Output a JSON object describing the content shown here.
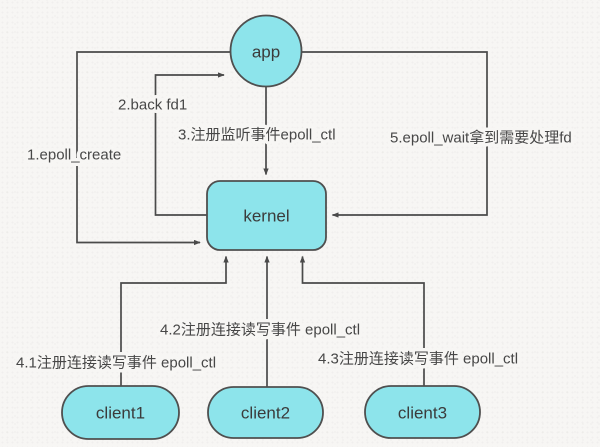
{
  "diagram": {
    "description": "epoll workflow diagram",
    "colors": {
      "background": "#f7f6f4",
      "node_fill": "#8de4eb",
      "node_border": "#4f4f4f",
      "line": "#4a4a4a",
      "text": "#474747"
    },
    "nodes": {
      "app": "app",
      "kernel": "kernel",
      "client1": "client1",
      "client2": "client2",
      "client3": "client3"
    },
    "edge_labels": {
      "e1": "1.epoll_create",
      "e2": "2.back fd1",
      "e3": "3.注册监听事件epoll_ctl",
      "e5": "5.epoll_wait拿到需要处理fd",
      "e41": "4.1注册连接读写事件 epoll_ctl",
      "e42": "4.2注册连接读写事件 epoll_ctl",
      "e43": "4.3注册连接读写事件 epoll_ctl"
    },
    "edges": [
      {
        "from": "app",
        "to": "kernel",
        "label_key": "e1"
      },
      {
        "from": "kernel",
        "to": "app",
        "label_key": "e2"
      },
      {
        "from": "app",
        "to": "kernel",
        "label_key": "e3"
      },
      {
        "from": "app",
        "to": "kernel",
        "label_key": "e5"
      },
      {
        "from": "client1",
        "to": "kernel",
        "label_key": "e41"
      },
      {
        "from": "client2",
        "to": "kernel",
        "label_key": "e42"
      },
      {
        "from": "client3",
        "to": "kernel",
        "label_key": "e43"
      }
    ]
  }
}
